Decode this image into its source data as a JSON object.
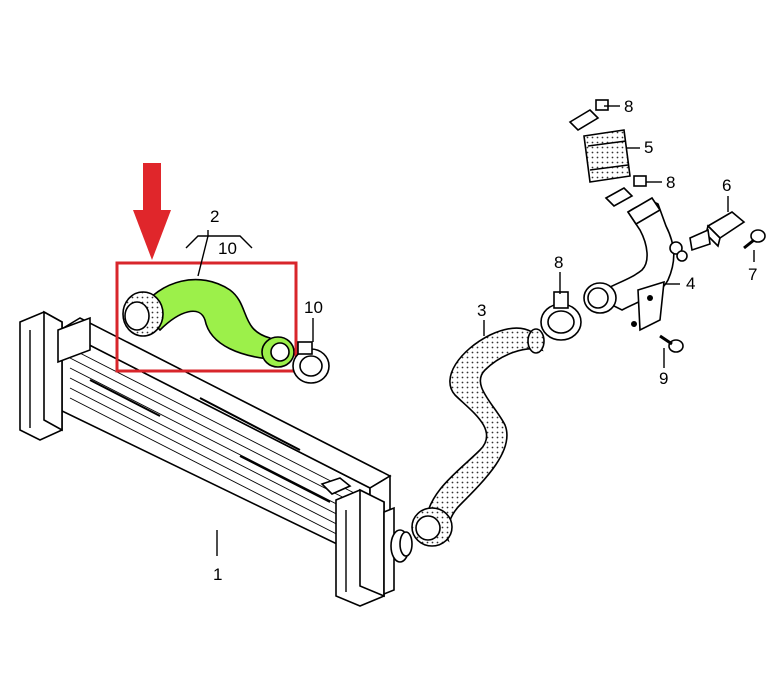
{
  "labels": {
    "p1": "1",
    "p2": "2",
    "p2_10": "10",
    "p3": "3",
    "p4": "4",
    "p5": "5",
    "p6": "6",
    "p7": "7",
    "p8_top": "8",
    "p8_mid": "8",
    "p8_left": "8",
    "p9": "9",
    "p10": "10"
  },
  "colors": {
    "highlight_part": "#9cf04a",
    "highlight_frame": "#d8262b",
    "arrow": "#e0262b",
    "line": "#000000",
    "hose_fill": "#f2f2f2"
  },
  "icons": {
    "indicator": "arrow-down-icon"
  }
}
